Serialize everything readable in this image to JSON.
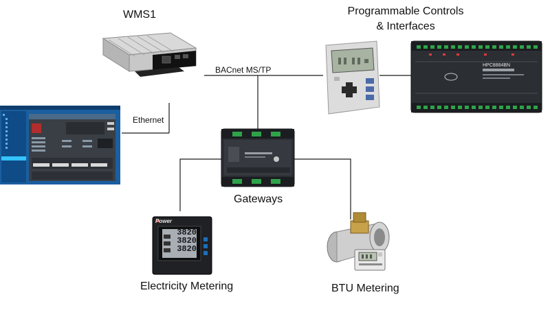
{
  "labels": {
    "wms": "WMS1",
    "programmable_line1": "Programmable Controls",
    "programmable_line2": "& Interfaces",
    "bacnet": "BACnet MS/TP",
    "ethernet": "Ethernet",
    "gateways": "Gateways",
    "electricity": "Electricity Metering",
    "btu": "BTU Metering"
  },
  "devices": {
    "controller_model": "HPC8884BN",
    "meter_readings": [
      "3820",
      "3820",
      "3820"
    ],
    "meter_brand": "Power"
  },
  "colors": {
    "wire": "#1a1a1a",
    "screen_blue": "#1a5fa0",
    "device_dark": "#2b2e33"
  }
}
